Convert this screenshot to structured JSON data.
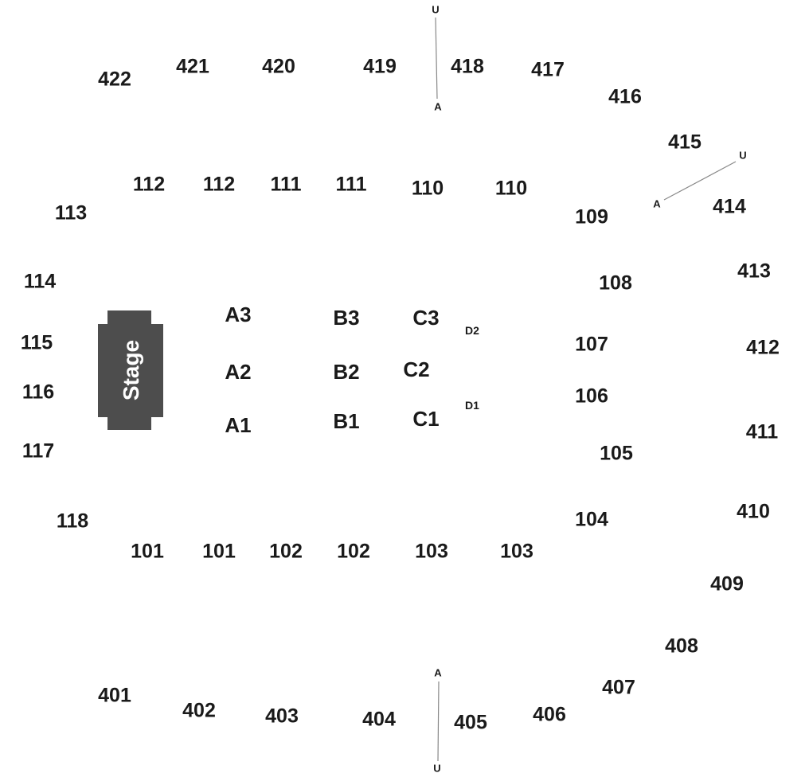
{
  "stage": {
    "label": "Stage",
    "color": "#4d4d4d"
  },
  "sections_100": {
    "s101a": "101",
    "s101b": "101",
    "s102a": "102",
    "s102b": "102",
    "s103a": "103",
    "s103b": "103",
    "s104": "104",
    "s105": "105",
    "s106": "106",
    "s107": "107",
    "s108": "108",
    "s109": "109",
    "s110a": "110",
    "s110b": "110",
    "s111a": "111",
    "s111b": "111",
    "s112a": "112",
    "s112b": "112",
    "s113": "113",
    "s114": "114",
    "s115": "115",
    "s116": "116",
    "s117": "117",
    "s118": "118"
  },
  "sections_400": {
    "s401": "401",
    "s402": "402",
    "s403": "403",
    "s404": "404",
    "s405": "405",
    "s406": "406",
    "s407": "407",
    "s408": "408",
    "s409": "409",
    "s410": "410",
    "s411": "411",
    "s412": "412",
    "s413": "413",
    "s414": "414",
    "s415": "415",
    "s416": "416",
    "s417": "417",
    "s418": "418",
    "s419": "419",
    "s420": "420",
    "s421": "421",
    "s422": "422"
  },
  "floor": {
    "a1": "A1",
    "a2": "A2",
    "a3": "A3",
    "b1": "B1",
    "b2": "B2",
    "b3": "B3",
    "c1": "C1",
    "c2": "C2",
    "c3": "C3",
    "d1": "D1",
    "d2": "D2"
  },
  "markers": {
    "top_u": "U",
    "top_a": "A",
    "bottom_a": "A",
    "bottom_u": "U",
    "right_u": "U",
    "right_a": "A"
  }
}
